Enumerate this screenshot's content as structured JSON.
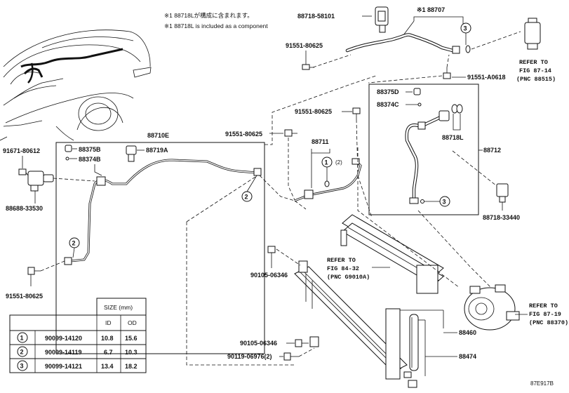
{
  "notes": {
    "jp": "※1 88718Lが構成に含まれます。",
    "en": "※1 88718L is included as a component"
  },
  "parts": {
    "p88718_58101": "88718-58101",
    "p88707": "※1 88707",
    "p91551_80625_a": "91551-80625",
    "p91551_a0618": "91551-A0618",
    "p88375d": "88375D",
    "p88374c": "88374C",
    "p91551_80625_b": "91551-80625",
    "p88718l": "88718L",
    "p88712": "88712",
    "p88710e": "88710E",
    "p91551_80625_c": "91551-80625",
    "p91671_80612": "91671-80612",
    "p88375b": "88375B",
    "p88719a": "88719A",
    "p88374b": "88374B",
    "p88711": "88711",
    "p88711_note": "(2)",
    "p88688_33530": "88688-33530",
    "p88718_33440": "88718-33440",
    "p90105_06346_a": "90105-06346",
    "p91551_80625_d": "91551-80625",
    "p90105_06346_b": "90105-06346",
    "p90119_06976": "90119-06976(2)",
    "p88460": "88460",
    "p88474": "88474",
    "diagram_code": "87E917B"
  },
  "callouts": {
    "c1": "1",
    "c2": "2",
    "c3": "3"
  },
  "refs": {
    "r1": [
      "REFER TO",
      "FIG 87-14",
      "(PNC 88515)"
    ],
    "r2": [
      "REFER TO",
      "FIG 84-32",
      "(PNC G9010A)"
    ],
    "r3": [
      "REFER TO",
      "FIG 87-19",
      "(PNC 88370)"
    ]
  },
  "table": {
    "title": "SIZE (mm)",
    "col_id": "ID",
    "col_od": "OD",
    "rows": [
      {
        "num": "1",
        "part": "90099-14120",
        "id": "10.8",
        "od": "15.6"
      },
      {
        "num": "2",
        "part": "90099-14119",
        "id": "6.7",
        "od": "10.3"
      },
      {
        "num": "3",
        "part": "90099-14121",
        "id": "13.4",
        "od": "18.2"
      }
    ]
  }
}
